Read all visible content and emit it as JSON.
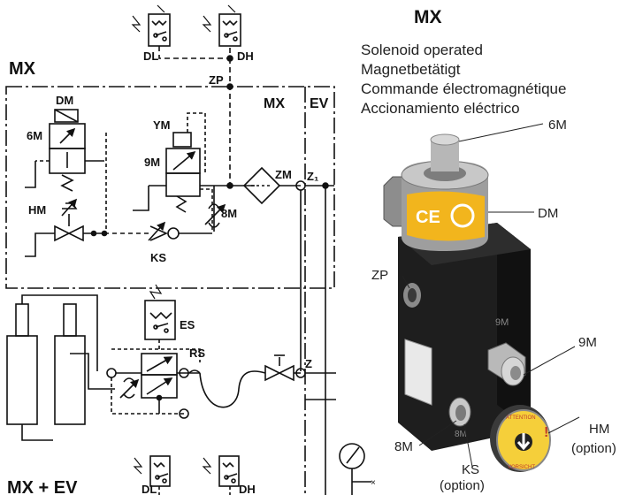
{
  "schematic": {
    "mx_title": "MX",
    "mx_ev_title": "MX + EV",
    "labels": {
      "DL": "DL",
      "DH": "DH",
      "ZP": "ZP",
      "MX": "MX",
      "EV": "EV",
      "DM": "DM",
      "6M": "6M",
      "YM": "YM",
      "9M": "9M",
      "ZM": "ZM",
      "Z1": "Z₁",
      "HM": "HM",
      "8M": "8M",
      "KS": "KS",
      "ES": "ES",
      "RS": "RS",
      "Z": "Z",
      "DL2": "DL",
      "DH2": "DH"
    }
  },
  "description": {
    "title": "MX",
    "lines": [
      "Solenoid operated",
      "Magnetbetätigt",
      "Commande électromagnétique",
      "Accionamiento eléctrico"
    ]
  },
  "photo": {
    "callouts": {
      "6M": "6M",
      "DM": "DM",
      "ZP": "ZP",
      "9M": "9M",
      "HM": "HM",
      "HM_opt": "(option)",
      "8M": "8M",
      "KS": "KS",
      "KS_opt": "(option)"
    },
    "body_marks": {
      "9M": "9M",
      "8M": "8M"
    },
    "knob_text": {
      "top": "ATTENTION",
      "bottom": "VORSICHT"
    }
  },
  "colors": {
    "ink": "#111111",
    "block": "#1b1b1b",
    "coil": "#a8a8a8",
    "sticker": "#f2b51d",
    "knob": "#f5cf3a"
  }
}
